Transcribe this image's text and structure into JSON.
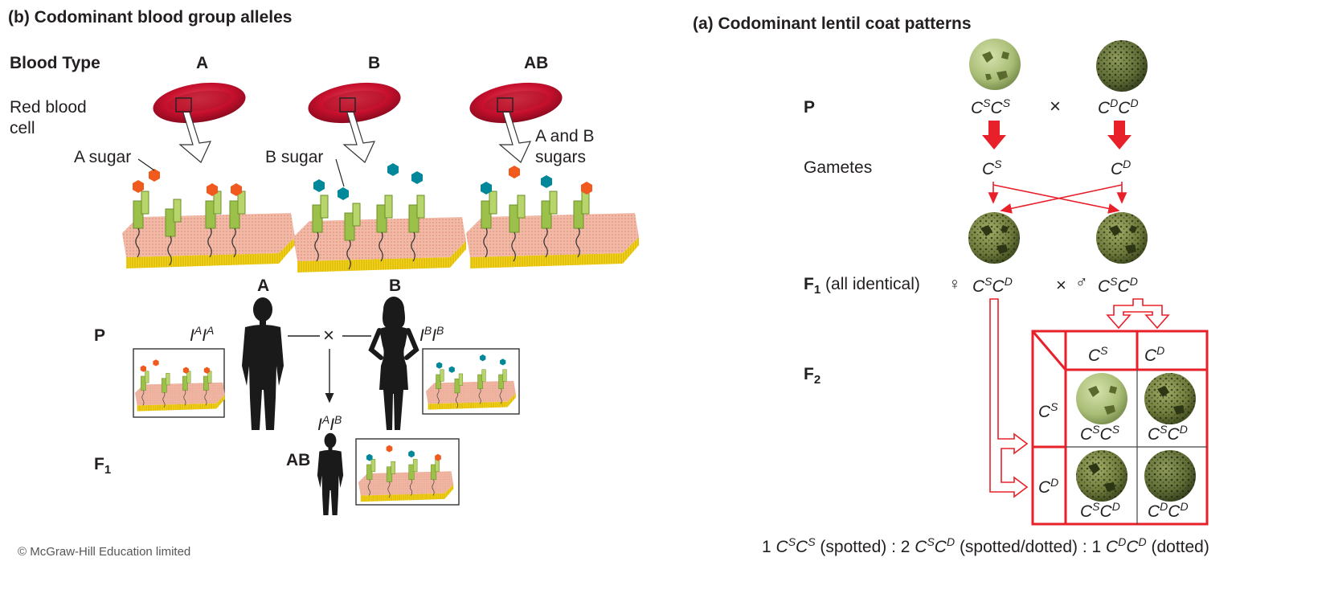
{
  "panel_b": {
    "title": "(b)  Codominant blood group alleles",
    "blood_type_label": "Blood Type",
    "types": [
      "A",
      "B",
      "AB"
    ],
    "red_blood_cell_label_line1": "Red blood",
    "red_blood_cell_label_line2": "cell",
    "a_sugar_label": "A sugar",
    "b_sugar_label": "B sugar",
    "ab_sugar_label_line1": "A and B",
    "ab_sugar_label_line2": "sugars",
    "p_label": "P",
    "f1_label": "F",
    "f1_sub": "1",
    "parent_a_label": "A",
    "parent_b_label": "B",
    "cross_symbol": "×",
    "genotype_a": {
      "base1": "I",
      "sup1": "A",
      "base2": "I",
      "sup2": "A"
    },
    "genotype_b": {
      "base1": "I",
      "sup1": "B",
      "base2": "I",
      "sup2": "B"
    },
    "genotype_ab": {
      "base1": "I",
      "sup1": "A",
      "base2": "I",
      "sup2": "B"
    },
    "child_label": "AB"
  },
  "panel_a": {
    "title": "(a)  Codominant lentil coat patterns",
    "p_label": "P",
    "gametes_label": "Gametes",
    "f1_label": "F",
    "f1_sub": "1",
    "f1_note": "(all identical)",
    "f2_label": "F",
    "f2_sub": "2",
    "cross_symbol": "×",
    "female_symbol": "♀",
    "male_symbol": "♂",
    "letter": "C",
    "sup_s": "S",
    "sup_d": "D",
    "ratio": {
      "n1": "1 ",
      "t1": "(spotted) : 2 ",
      "t2": "(spotted/dotted) : 1 ",
      "t3": "(dotted)"
    }
  },
  "copyright": "© McGraw-Hill Education limited",
  "colors": {
    "red_arrow": "#e8202a",
    "rbc": "#c8102e",
    "sugar_a": "#f05a1e",
    "sugar_b": "#00889a",
    "protein": "#9cc14a",
    "membrane": "#f2b8a8",
    "lipid_tail": "#f5d000",
    "spotted_seed": "#b7c98a",
    "dotted_seed": "#5e6b34"
  }
}
